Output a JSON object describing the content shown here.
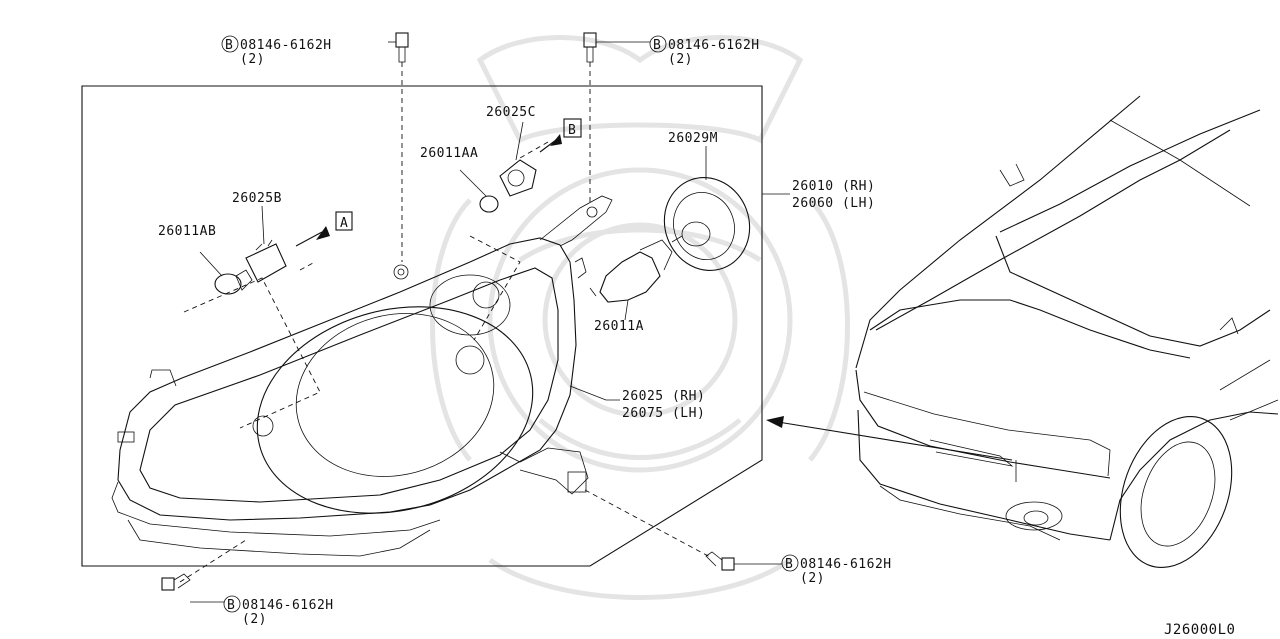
{
  "diagram": {
    "reference_code": "J26000L0",
    "bolts": [
      {
        "part": "08146-6162H",
        "qty": "(2)",
        "marker": "B"
      },
      {
        "part": "08146-6162H",
        "qty": "(2)",
        "marker": "B"
      },
      {
        "part": "08146-6162H",
        "qty": "(2)",
        "marker": "B"
      },
      {
        "part": "08146-6162H",
        "qty": "(2)",
        "marker": "B"
      }
    ],
    "parts": {
      "p26025C": "26025C",
      "p26011AA": "26011AA",
      "p26029M": "26029M",
      "p26025B": "26025B",
      "p26011AB": "26011AB",
      "p26011A": "26011A",
      "p26010_rh": "26010 (RH)",
      "p26060_lh": "26060 (LH)",
      "p26025_rh": "26025 (RH)",
      "p26075_lh": "26075 (LH)"
    },
    "connector_markers": {
      "a": "A",
      "b": "B"
    }
  }
}
